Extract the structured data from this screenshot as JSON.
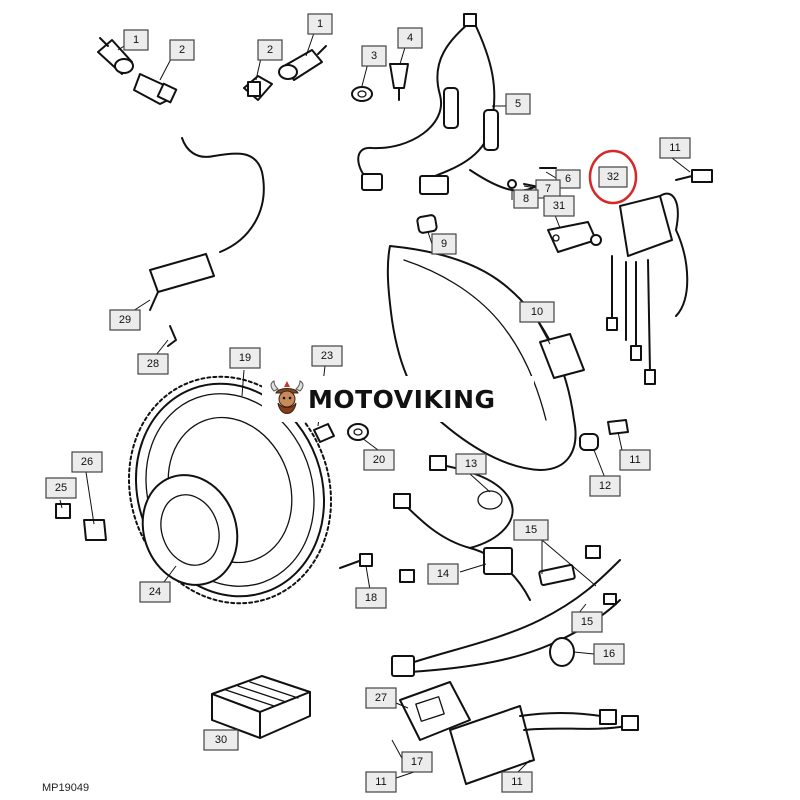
{
  "diagram": {
    "document_id": "MP19049",
    "watermark_text": "MOTOVIKING",
    "highlight_color": "#d62828",
    "highlighted_part": "32",
    "callouts": [
      {
        "label": "1"
      },
      {
        "label": "2"
      },
      {
        "label": "2"
      },
      {
        "label": "1"
      },
      {
        "label": "3"
      },
      {
        "label": "4"
      },
      {
        "label": "5"
      },
      {
        "label": "6"
      },
      {
        "label": "7"
      },
      {
        "label": "8"
      },
      {
        "label": "9"
      },
      {
        "label": "11"
      },
      {
        "label": "32"
      },
      {
        "label": "31"
      },
      {
        "label": "10"
      },
      {
        "label": "29"
      },
      {
        "label": "28"
      },
      {
        "label": "19"
      },
      {
        "label": "23"
      },
      {
        "label": "20"
      },
      {
        "label": "11"
      },
      {
        "label": "12"
      },
      {
        "label": "13"
      },
      {
        "label": "26"
      },
      {
        "label": "25"
      },
      {
        "label": "24"
      },
      {
        "label": "18"
      },
      {
        "label": "14"
      },
      {
        "label": "15"
      },
      {
        "label": "15"
      },
      {
        "label": "16"
      },
      {
        "label": "27"
      },
      {
        "label": "30"
      },
      {
        "label": "17"
      },
      {
        "label": "11"
      },
      {
        "label": "11"
      }
    ]
  }
}
